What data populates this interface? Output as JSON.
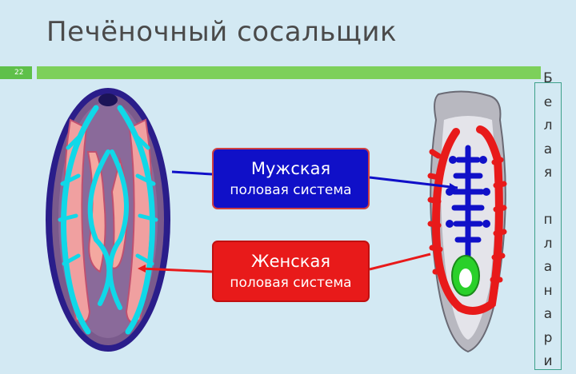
{
  "slide": {
    "title": "Печёночный сосальщик",
    "number": "22"
  },
  "labels": {
    "male": {
      "main": "Мужская",
      "sub": "половая система"
    },
    "female": {
      "main": "Женская",
      "sub": "половая система"
    }
  },
  "side_caption": [
    "Б",
    "е",
    "л",
    "а",
    "я",
    "",
    "п",
    "л",
    "а",
    "н",
    "а",
    "р",
    "и"
  ],
  "colors": {
    "male_system": "#1010c8",
    "female_system": "#e81a1a",
    "accent_bar": "#7dd05a"
  }
}
